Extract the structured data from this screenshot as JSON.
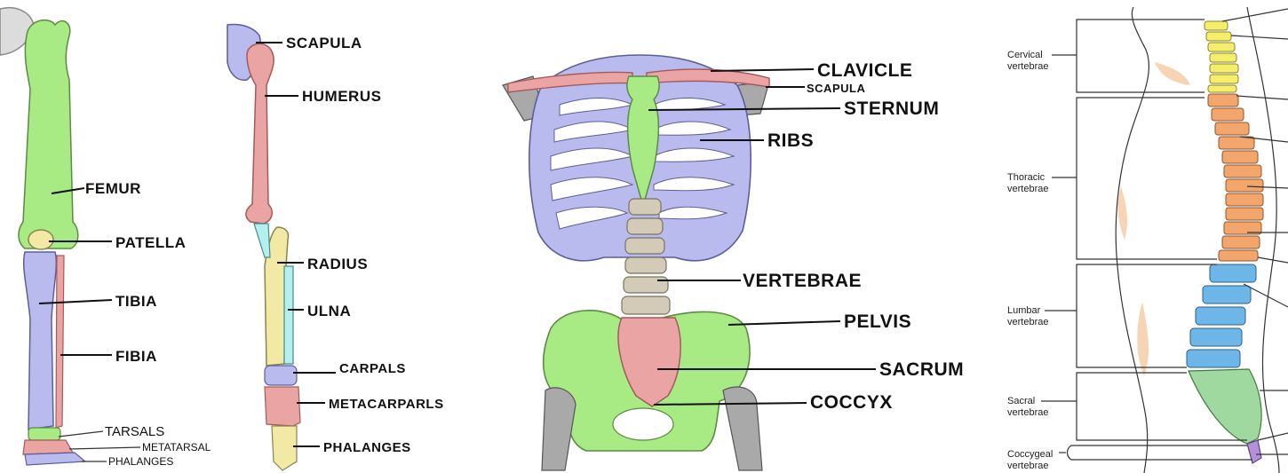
{
  "panels": {
    "leg": {
      "labels": [
        "FEMUR",
        "PATELLA",
        "TIBIA",
        "FIBIA",
        "TARSALS",
        "METATARSAL",
        "PHALANGES"
      ]
    },
    "arm": {
      "labels": [
        "SCAPULA",
        "HUMERUS",
        "RADIUS",
        "ULNA",
        "CARPALS",
        "METACARPARLS",
        "PHALANGES"
      ]
    },
    "torso": {
      "labels": [
        "CLAVICLE",
        "SCAPULA",
        "STERNUM",
        "RIBS",
        "VERTEBRAE",
        "PELVIS",
        "SACRUM",
        "COCCYX"
      ]
    },
    "spine": {
      "regions": [
        {
          "line1": "Cervical",
          "line2": "vertebrae"
        },
        {
          "line1": "Thoracic",
          "line2": "vertebrae"
        },
        {
          "line1": "Lumbar",
          "line2": "vertebrae"
        },
        {
          "line1": "Sacral",
          "line2": "vertebrae"
        },
        {
          "line1": "Coccygeal",
          "line2": "vertebrae"
        }
      ]
    }
  },
  "colors": {
    "bone_green": "#a8ea84",
    "bone_pink": "#eba4a4",
    "bone_blue": "#b9bbef",
    "bone_yellow": "#f2eaa4",
    "bone_cyan": "#b2f0f0",
    "bone_tan": "#d3cbb8",
    "bone_grey": "#a9a9a9",
    "spine_yellow": "#f5ee6a",
    "spine_orange": "#f3a66c",
    "spine_blue": "#6fb6e8",
    "spine_green": "#9fd9a0",
    "spine_purple": "#b490d8",
    "skin": "#f6d4b4"
  }
}
